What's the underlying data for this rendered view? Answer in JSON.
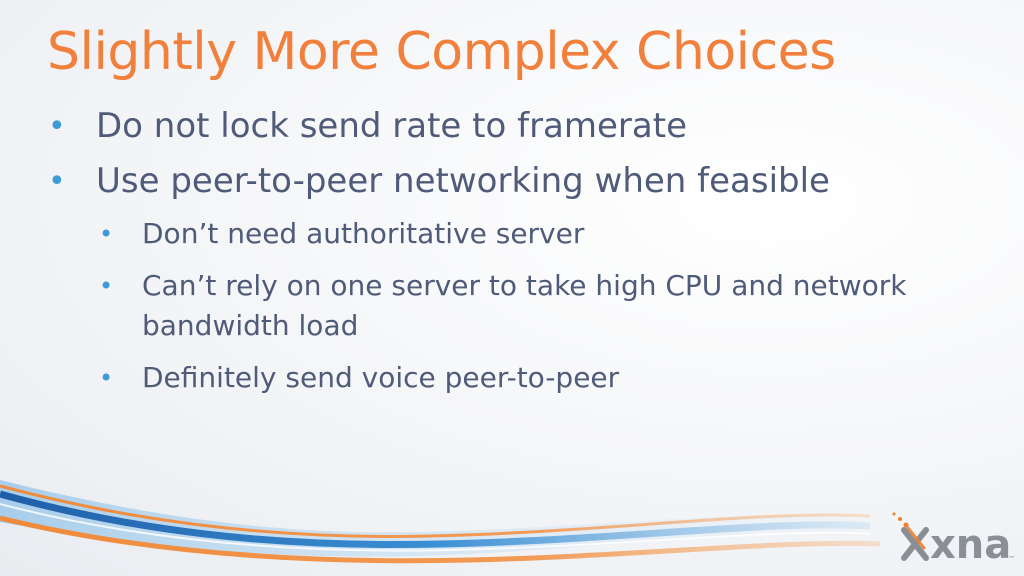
{
  "slide": {
    "title": "Slightly More Complex Choices",
    "bullets": [
      {
        "level": 1,
        "text": "Do not lock send rate to framerate"
      },
      {
        "level": 1,
        "text": "Use peer-to-peer networking when feasible"
      },
      {
        "level": 2,
        "text": "Don’t need authoritative server"
      },
      {
        "level": 2,
        "text": "Can’t rely on one server to take high CPU and network bandwidth load"
      },
      {
        "level": 2,
        "text": "Definitely send voice peer-to-peer"
      }
    ],
    "bullet_glyph": "•"
  },
  "logo": {
    "text": "xna",
    "tm": "™",
    "icon": "xna-logo-icon"
  },
  "colors": {
    "title": "#f0803c",
    "body_text": "#4f5b78",
    "bullet": "#3e9bd8",
    "swoosh_orange": "#ee7d2f",
    "swoosh_blue": "#2f7fc4",
    "logo_gray": "#8a8f96"
  }
}
